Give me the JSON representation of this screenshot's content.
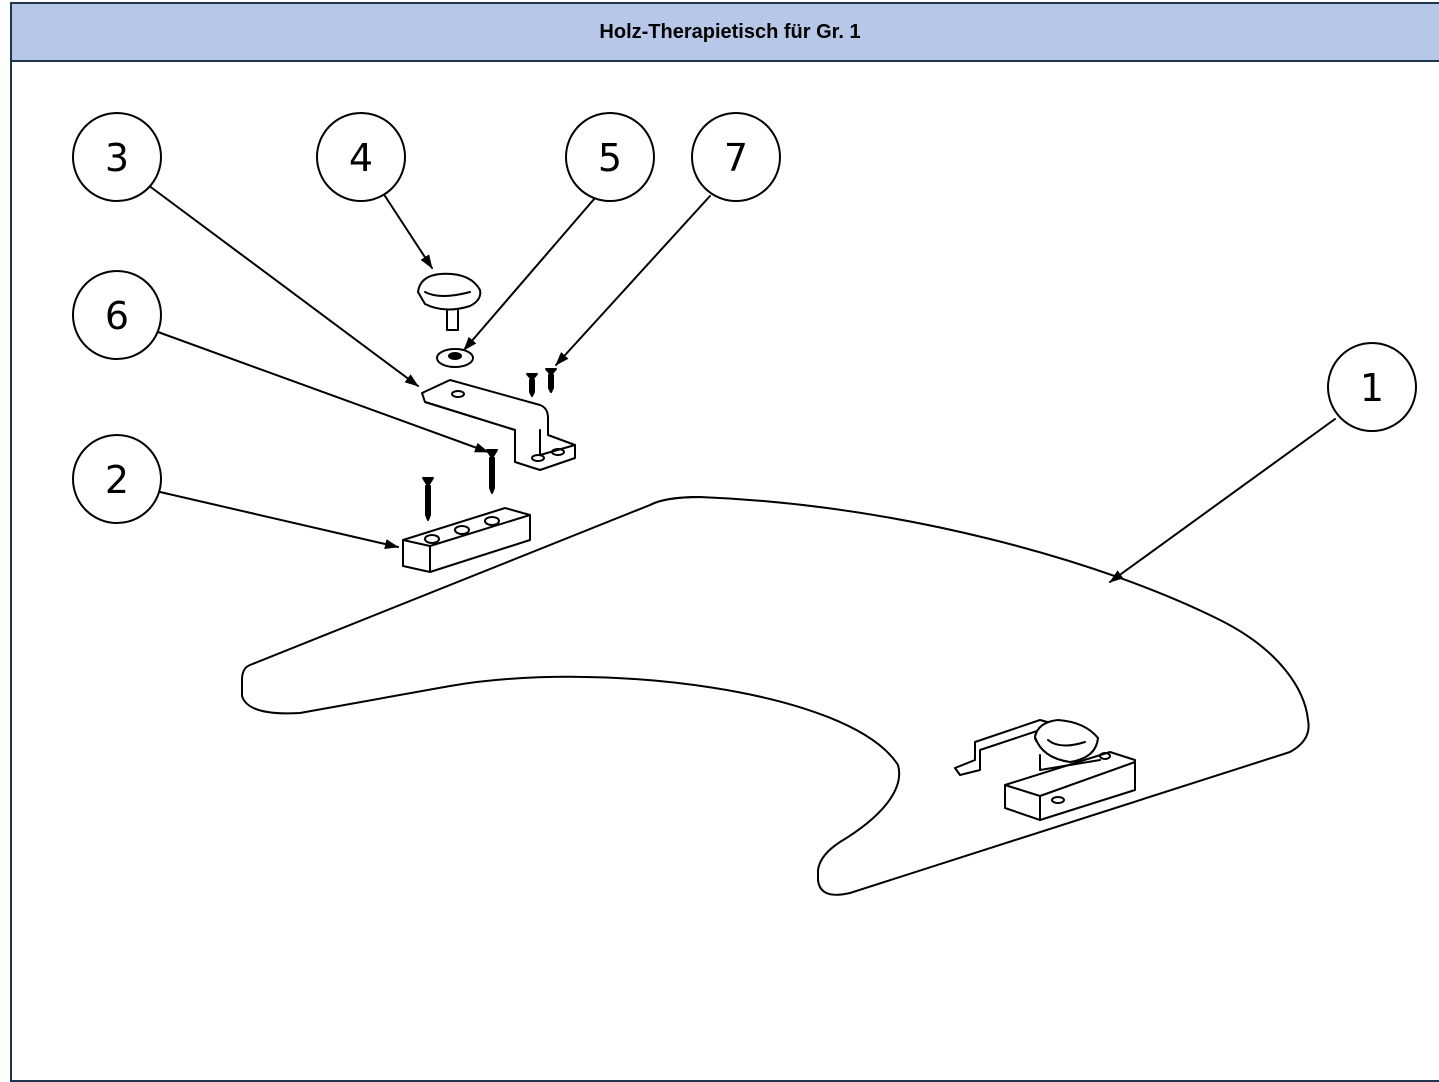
{
  "title": "Holz-Therapietisch für Gr. 1",
  "colors": {
    "header_bg": "#b7c7e7",
    "frame_border": "#1f3550",
    "line": "#000000"
  },
  "callouts": [
    {
      "id": "callout-1",
      "label": "1",
      "part": "table-top"
    },
    {
      "id": "callout-2",
      "label": "2",
      "part": "wood-block"
    },
    {
      "id": "callout-3",
      "label": "3",
      "part": "bracket"
    },
    {
      "id": "callout-4",
      "label": "4",
      "part": "star-knob"
    },
    {
      "id": "callout-5",
      "label": "5",
      "part": "washer"
    },
    {
      "id": "callout-6",
      "label": "6",
      "part": "long-screw"
    },
    {
      "id": "callout-7",
      "label": "7",
      "part": "short-screw"
    }
  ]
}
